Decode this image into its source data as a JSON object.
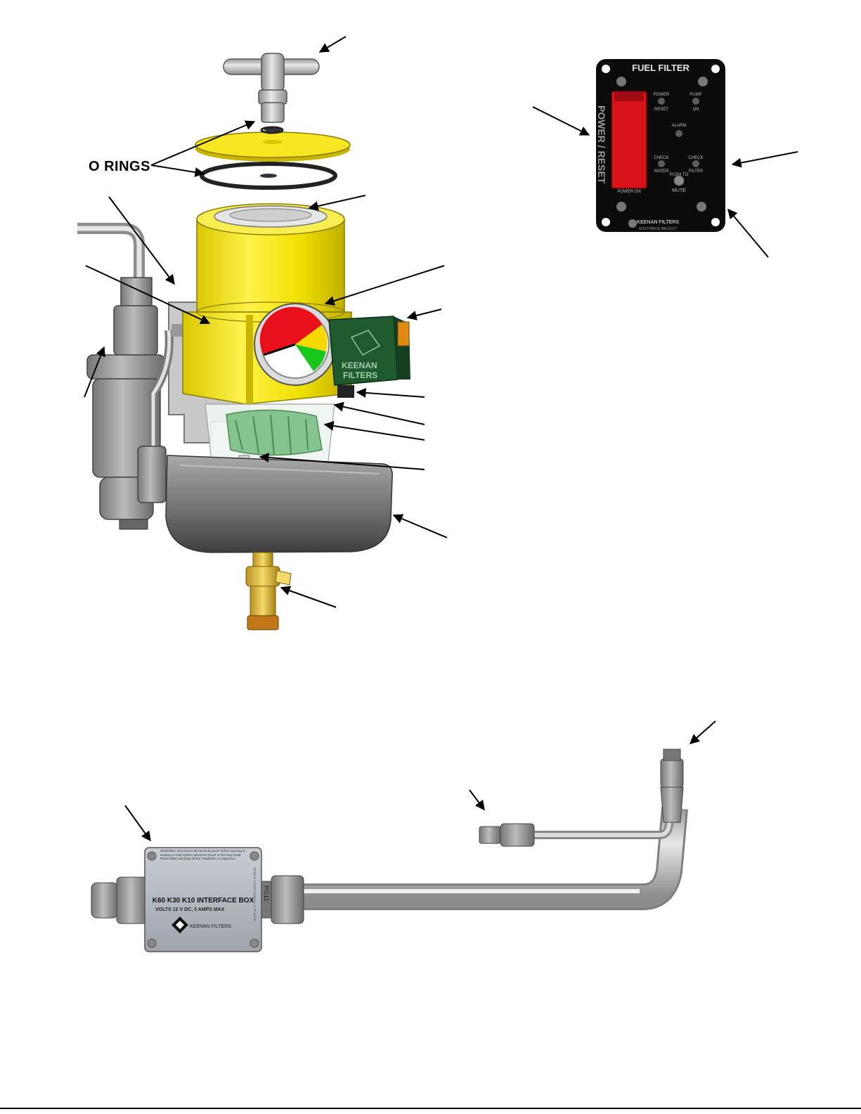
{
  "labels": {
    "o_rings": "O RINGS"
  },
  "panel": {
    "title": "FUEL FILTER",
    "power_reset": "POWER / RESET",
    "power_on": "POWER ON",
    "power_label": "POWER",
    "reset_label": "RESET",
    "pump_label": "PUMP",
    "on_label": "ON",
    "alarm": "ALARM",
    "check_water_1": "CHECK",
    "check_water_2": "WATER",
    "check_filter_1": "CHECK",
    "check_filter_2": "FILTER",
    "push_to": "PUSH TO",
    "mute": "MUTE",
    "brand": "KEENAN FILTERS",
    "address": "SOUTHWICK MA 01077"
  },
  "housing": {
    "brand_line1": "KEENAN",
    "brand_line2": "FILTERS"
  },
  "interface_box": {
    "warning": "WARNING: Disconnect all electrical power before opening or working on fuel system. Electrical shock or fire may result. Read safety warnings before installation or inspection.",
    "title": "K60 K30 K10 INTERFACE BOX",
    "rating": "VOLTS 12 V DC, 5 AMPS MAX",
    "brand": "KEENAN FILTERS",
    "fitting_label": "PG11",
    "side_text": "REMOVE COVER CAREFULLY TO AVOID"
  },
  "colors": {
    "housing_yellow": "#f2e400",
    "panel_black": "#0b0b0b",
    "switch_red": "#d8141a",
    "gauge_red": "#e8101a",
    "gauge_yellow": "#f5d800",
    "gauge_green": "#19c61a",
    "switch_box_green": "#1f5a2e",
    "bowl_gray": "#6c6c6c",
    "brass": "#d9b23a"
  }
}
